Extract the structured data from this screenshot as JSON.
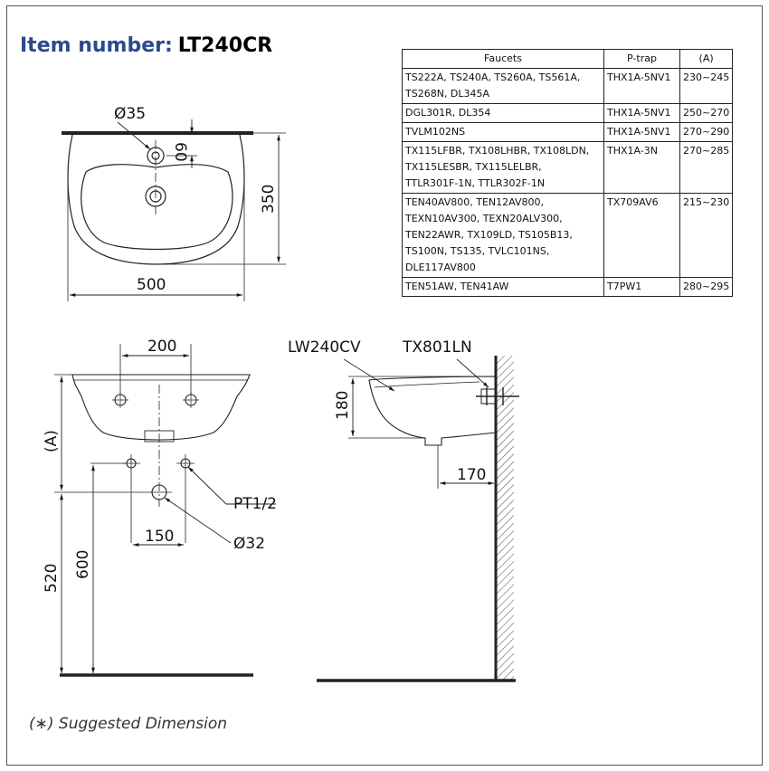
{
  "title": {
    "label": "Item number:",
    "value": "LT240CR"
  },
  "table": {
    "headers": [
      "Faucets",
      "P-trap",
      "(A)"
    ],
    "rows": [
      {
        "faucets": "TS222A, TS240A, TS260A, TS561A,\nTS268N, DL345A",
        "ptrap": "THX1A-5NV1",
        "range": "230~245"
      },
      {
        "faucets": "DGL301R, DL354",
        "ptrap": "THX1A-5NV1",
        "range": "250~270"
      },
      {
        "faucets": "TVLM102NS",
        "ptrap": "THX1A-5NV1",
        "range": "270~290"
      },
      {
        "faucets": "TX115LFBR, TX108LHBR, TX108LDN,\nTX115LESBR, TX115LELBR,\nTTLR301F-1N, TTLR302F-1N",
        "ptrap": "THX1A-3N",
        "range": "270~285"
      },
      {
        "faucets": "TEN40AV800, TEN12AV800,\nTEXN10AV300, TEXN20ALV300,\nTEN22AWR, TX109LD, TS105B13,\nTS100N, TS135, TVLC101NS,\nDLE117AV800",
        "ptrap": "TX709AV6",
        "range": "215~230"
      },
      {
        "faucets": "TEN51AW, TEN41AW",
        "ptrap": "T7PW1",
        "range": "280~295"
      }
    ]
  },
  "dimensions": {
    "top_view": {
      "hole_dia": "Ø35",
      "hole_offset": "60",
      "depth": "350",
      "width": "500"
    },
    "front_view": {
      "faucet_spacing": "200",
      "a_label": "(A)",
      "pt": "PT1/2",
      "spacing": "150",
      "drain_dia": "Ø32",
      "height_520": "520",
      "height_600": "600"
    },
    "side_view": {
      "basin_model": "LW240CV",
      "trap_model": "TX801LN",
      "depth_180": "180",
      "offset_170": "170"
    }
  },
  "footnote": {
    "symbol": "(∗)",
    "text": "Suggested Dimension"
  }
}
